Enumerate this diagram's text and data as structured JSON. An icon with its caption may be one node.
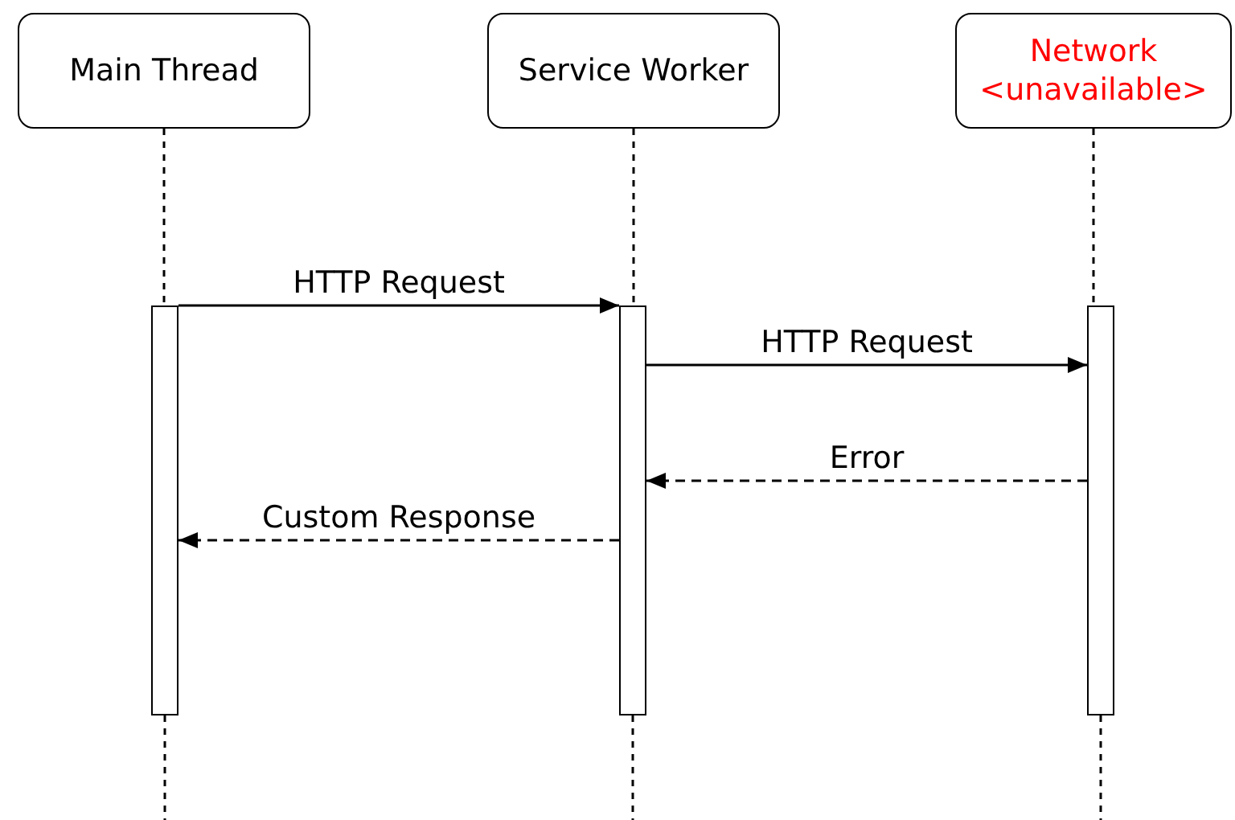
{
  "diagram": {
    "nodes": [
      {
        "text": [
          "Main Thread"
        ]
      },
      {
        "text": [
          "Service Worker"
        ]
      },
      {
        "text": [
          "Network <unavailable>"
        ]
      },
      {
        "text": [],
        "shape": "bar"
      },
      {
        "text": [],
        "shape": "bar"
      },
      {
        "text": [],
        "shape": "bar"
      }
    ],
    "edges": [
      {
        "from": 0,
        "to": 3,
        "arrow": "none",
        "style": "dashed"
      },
      {
        "from": 1,
        "to": 4,
        "arrow": "none",
        "style": "dashed"
      },
      {
        "from": 2,
        "to": 5,
        "arrow": "none",
        "style": "dashed"
      },
      {
        "from": 3,
        "to": null,
        "arrow": "none",
        "style": "dashed"
      },
      {
        "from": 4,
        "to": null,
        "arrow": "none",
        "style": "dashed"
      },
      {
        "from": 5,
        "to": null,
        "arrow": "none",
        "style": "dashed"
      },
      {
        "from": 3,
        "to": 4,
        "arrow": "to",
        "label": "HTTP Request"
      },
      {
        "from": 4,
        "to": 5,
        "arrow": "to",
        "label": "HTTP Request"
      },
      {
        "from": 5,
        "to": 4,
        "arrow": "to",
        "label": "Error",
        "style": "dashed"
      },
      {
        "from": 4,
        "to": 3,
        "arrow": "to",
        "label": "Custom Response",
        "style": "dashed"
      }
    ]
  }
}
